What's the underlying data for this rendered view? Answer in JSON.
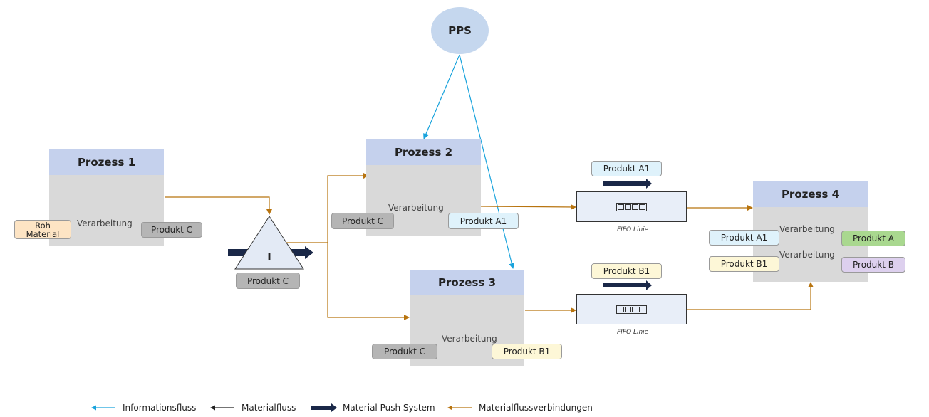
{
  "pps": {
    "label": "PPS"
  },
  "processes": {
    "p1": {
      "title": "Prozess 1",
      "step": "Verarbeitung"
    },
    "p2": {
      "title": "Prozess 2",
      "step": "Verarbeitung"
    },
    "p3": {
      "title": "Prozess 3",
      "step": "Verarbeitung"
    },
    "p4": {
      "title": "Prozess 4",
      "step1": "Verarbeitung",
      "step2": "Verarbeitung"
    }
  },
  "tags": {
    "roh": "Roh\nMaterial",
    "p1_out": "Produkt C",
    "inventory": "Produkt C",
    "p2_in": "Produkt C",
    "p2_out": "Produkt A1",
    "p3_in": "Produkt C",
    "p3_out": "Produkt B1",
    "fifo_a_label": "Produkt A1",
    "fifo_b_label": "Produkt B1",
    "p4_in_a": "Produkt A1",
    "p4_out_a": "Produkt A",
    "p4_in_b": "Produkt B1",
    "p4_out_b": "Produkt B"
  },
  "inventory_symbol": "I",
  "fifo": {
    "caption_a": "FIFO Linie",
    "caption_b": "FIFO Linie"
  },
  "legend": {
    "info": "Informationsfluss",
    "material": "Materialfluss",
    "push": "Material Push System",
    "connections": "Materialflussverbindungen"
  },
  "colors": {
    "info_flow": "#1aa3dc",
    "material_flow": "#222222",
    "push": "#1a2848",
    "connections": "#b8740f",
    "process_head": "#c5d1ed",
    "process_body": "#d9d9d9"
  }
}
